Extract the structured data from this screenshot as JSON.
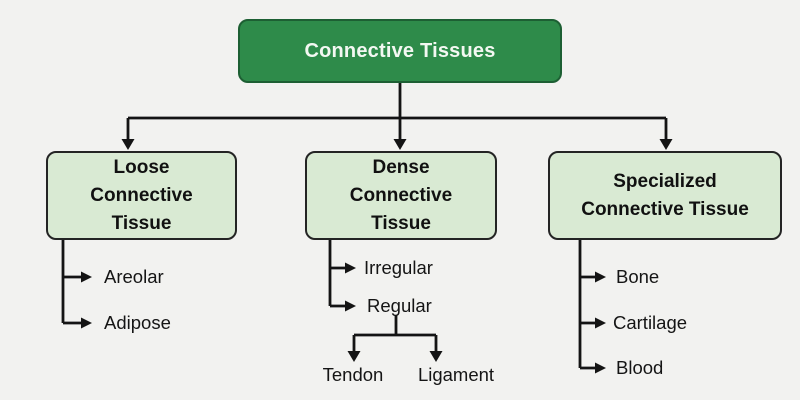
{
  "root": {
    "label": "Connective Tissues"
  },
  "branches": [
    {
      "title_lines": [
        "Loose",
        "Connective",
        "Tissue"
      ],
      "children": [
        "Areolar",
        "Adipose"
      ]
    },
    {
      "title_lines": [
        "Dense",
        "Connective",
        "Tissue"
      ],
      "children": [
        "Irregular",
        "Regular"
      ],
      "sub_parent": "Regular",
      "sub_children": [
        "Tendon",
        "Ligament"
      ]
    },
    {
      "title_lines": [
        "Specialized",
        "Connective Tissue"
      ],
      "children": [
        "Bone",
        "Cartilage",
        "Blood"
      ]
    }
  ],
  "colors": {
    "background": "#f2f2f0",
    "root_fill": "#2e8b4a",
    "root_border": "#1d5f33",
    "root_text": "#f3f8f2",
    "child_fill": "#d9ead3",
    "child_border": "#242424",
    "child_text": "#111111",
    "line": "#141414"
  }
}
